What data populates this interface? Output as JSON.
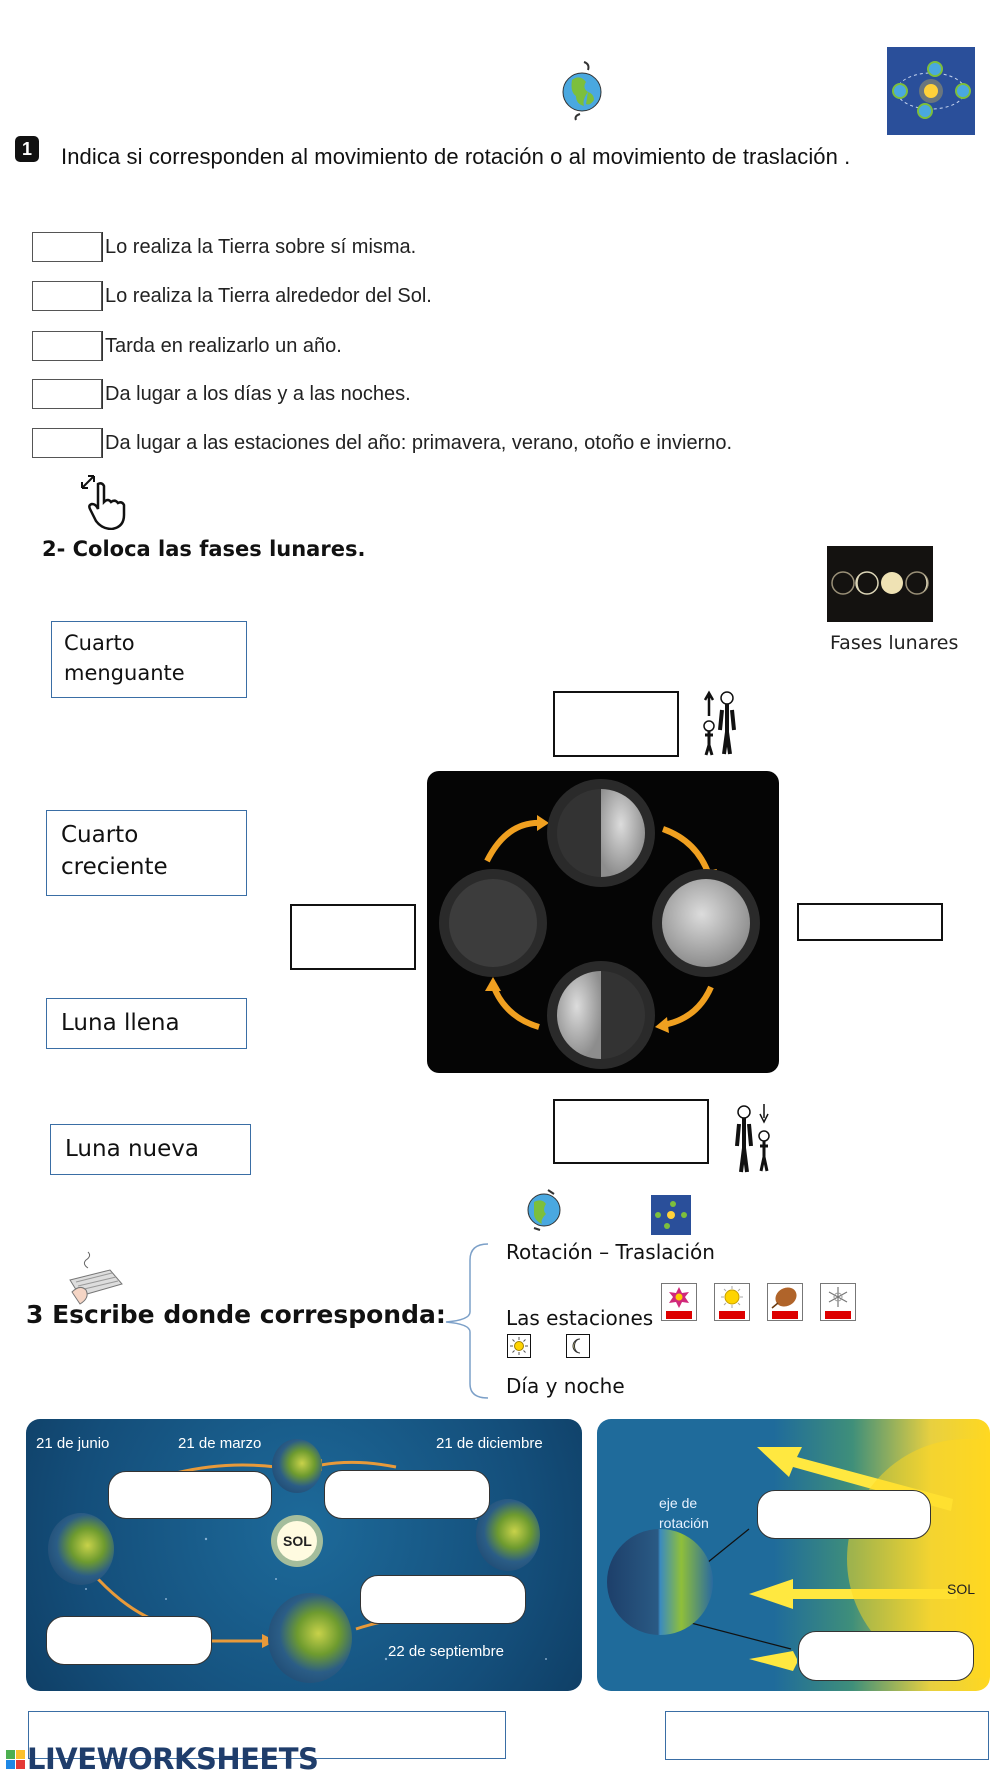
{
  "section1": {
    "number": "1",
    "title": "Indica si corresponden al movimiento de rotación o al movimiento de traslación .",
    "icons": [
      "rotating-earth-icon",
      "orbit-translation-icon"
    ],
    "items": [
      {
        "answer": "",
        "text": "Lo realiza la Tierra sobre sí misma."
      },
      {
        "answer": "",
        "text": "Lo realiza la Tierra alrededor del Sol."
      },
      {
        "answer": "",
        "text": "Tarda en realizarlo un año."
      },
      {
        "answer": "",
        "text": "Da lugar a los días y a las noches."
      },
      {
        "answer": "",
        "text": "Da lugar a las estaciones del año: primavera, verano, otoño e invierno."
      }
    ]
  },
  "section2": {
    "title": "2- Coloca las fases lunares.",
    "reference_label": "Fases lunares",
    "word_cards": [
      {
        "label": "Cuarto menguante"
      },
      {
        "label": "Cuarto creciente"
      },
      {
        "label": "Luna llena"
      },
      {
        "label": "Luna nueva"
      }
    ],
    "drop_targets": {
      "top": "",
      "left": "",
      "right": "",
      "bottom": ""
    },
    "icons": [
      "growing-person-icon",
      "shrinking-person-icon",
      "drag-hand-icon"
    ]
  },
  "section3": {
    "title": "3 Escribe donde corresponda:",
    "options": {
      "line1": "Rotación – Traslación",
      "line2": "Las estaciones",
      "line3": "Día y noche"
    },
    "season_icons": [
      "spring-flower-icon",
      "summer-sun-icon",
      "autumn-leaf-icon",
      "winter-snowflake-icon"
    ],
    "daynight_icons": [
      "sun-icon",
      "moon-icon"
    ],
    "orbit_diagram": {
      "labels": [
        "21 de junio",
        "21 de marzo",
        "21 de diciembre",
        "22 de septiembre"
      ],
      "center": "SOL",
      "slots": [
        "",
        "",
        "",
        ""
      ],
      "answer": ""
    },
    "rotation_diagram": {
      "axis_label_1": "eje de",
      "axis_label_2": "rotación",
      "sun_label": "SOL",
      "slots": [
        "",
        ""
      ],
      "answer": ""
    }
  },
  "footer": {
    "logo_text": "LIVEWORKSHEETS",
    "logo_colors": [
      "#4caf50",
      "#fbc02d",
      "#1e88e5",
      "#e53935"
    ]
  }
}
